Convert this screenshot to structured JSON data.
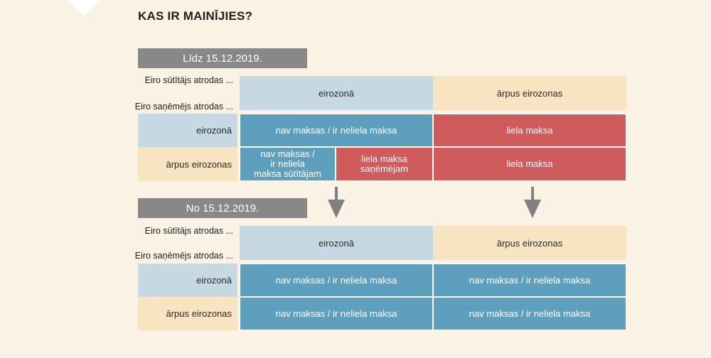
{
  "header": {
    "title": "KAS IR MAINĪJIES?"
  },
  "colors": {
    "background": "#faf2e4",
    "badge": "#888888",
    "eurozone_header": "#c6d9e3",
    "outside_header": "#f8e4c0",
    "low_fee": "#5e9fbd",
    "high_fee": "#cf5b5d",
    "arrow": "#808080"
  },
  "before": {
    "period": "Līdz 15.12.2019.",
    "sender_label": "Eiro sūtītājs atrodas ...",
    "receiver_label": "Eiro saņēmējs atrodas ...",
    "columns": [
      "eirozonā",
      "ārpus eirozonas"
    ],
    "rows": [
      {
        "label": "eirozonā",
        "cells": [
          "nav maksas / ir neliela maksa",
          "liela maksa"
        ]
      },
      {
        "label": "ārpus eirozonas",
        "split_cell": [
          "nav maksas / ir neliela maksa sūtītājam",
          "liela maksa saņēmējam"
        ],
        "split_cell_lines": [
          [
            "nav maksas /",
            "ir neliela",
            "maksa sūtītājam"
          ],
          [
            "liela maksa",
            "saņēmējam"
          ]
        ],
        "cells": [
          "liela maksa"
        ]
      }
    ]
  },
  "arrows": [
    "arrow-down",
    "arrow-down"
  ],
  "after": {
    "period": "No 15.12.2019.",
    "sender_label": "Eiro sūtītājs atrodas ...",
    "receiver_label": "Eiro saņēmējs atrodas ...",
    "columns": [
      "eirozonā",
      "ārpus eirozonas"
    ],
    "rows": [
      {
        "label": "eirozonā",
        "cells": [
          "nav maksas / ir neliela maksa",
          "nav maksas / ir neliela maksa"
        ]
      },
      {
        "label": "ārpus eirozonas",
        "cells": [
          "nav maksas / ir neliela maksa",
          "nav maksas / ir neliela maksa"
        ]
      }
    ]
  }
}
